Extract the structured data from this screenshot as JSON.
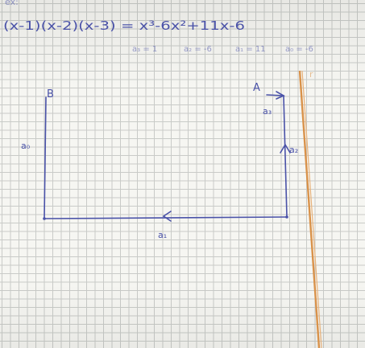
{
  "notes": {
    "top_cut": "ex:",
    "equation": "(x-1)(x-2)(x-3) = x³-6x²+11x-6",
    "coefficients": [
      "a₃ = 1",
      "a₂ = -6",
      "a₁ = 11",
      "a₀ = -6"
    ],
    "margin_mark": "r"
  },
  "diagram": {
    "points": {
      "start": "A",
      "end": "B"
    },
    "segments": {
      "a3": "a₃",
      "a2": "a₂",
      "a1": "a₁",
      "a0": "a₀"
    }
  },
  "colors": {
    "ink": "#4a52a8",
    "pencil": "#d9924a",
    "paper": "#f6f6f2",
    "grid": "#c9cbc8"
  }
}
